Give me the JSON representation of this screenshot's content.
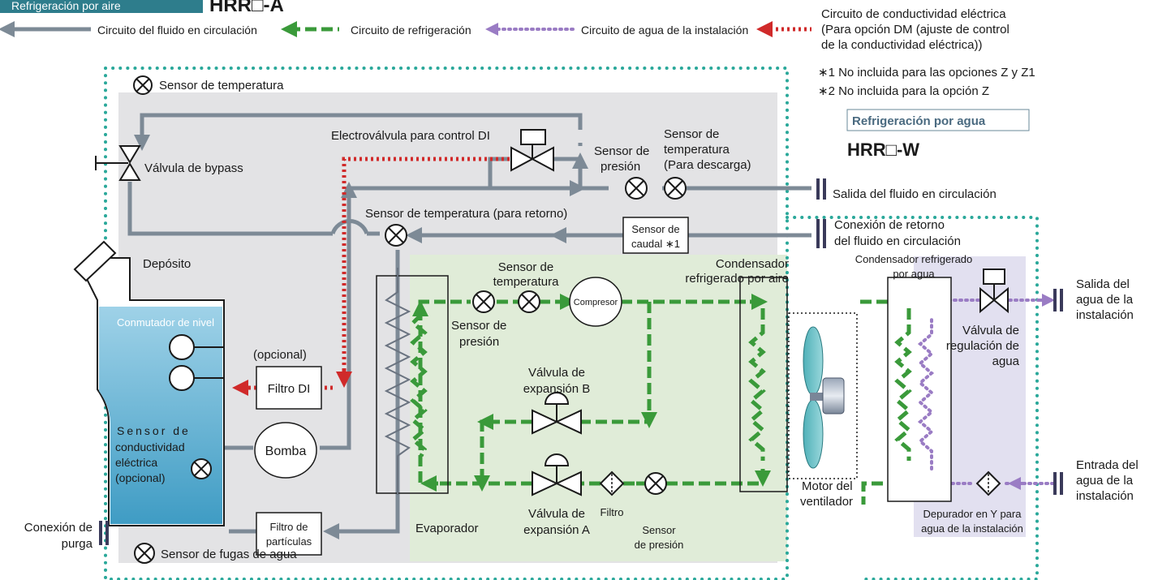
{
  "header": {
    "corner_label": "Refrigeración por aire",
    "model": "HRR□-A"
  },
  "legend": {
    "circulating": "Circuito del fluido en circulación",
    "refrigeration": "Circuito de refrigeración",
    "facility_water": "Circuito de agua de la instalación",
    "conductivity_1": "Circuito de conductividad eléctrica",
    "conductivity_2": "(Para opción DM (ajuste de control",
    "conductivity_3": "de la conductividad eléctrica))"
  },
  "notes": {
    "n1": "∗1  No incluida para las opciones Z y Z1",
    "n2": "∗2  No incluida para la opción Z"
  },
  "water_cooled": {
    "label": "Refrigeración por agua",
    "model": "HRR□-W"
  },
  "labels": {
    "temp_sensor_symbol": "Sensor de temperatura",
    "bypass_valve": "Válvula de bypass",
    "di_solenoid": "Electroválvula para control DI",
    "pressure_sensor_top_1": "Sensor de",
    "pressure_sensor_top_2": "presión",
    "discharge_temp_1": "Sensor de",
    "discharge_temp_2": "temperatura",
    "discharge_temp_3": "(Para descarga)",
    "fluid_outlet": "Salida del fluido en circulación",
    "return_conn_1": "Conexión de retorno",
    "return_conn_2": "del fluido en circulación",
    "return_temp": "Sensor de temperatura (para retorno)",
    "flow_sensor_1": "Sensor de",
    "flow_sensor_2": "caudal ∗1",
    "tank": "Depósito",
    "level_switch": "Conmutador de nivel",
    "optional": "(opcional)",
    "di_filter": "Filtro DI",
    "cond_1": "Sensor de",
    "cond_2": "conductividad",
    "cond_3": "eléctrica",
    "cond_4": "(opcional)",
    "pump": "Bomba",
    "particle_1": "Filtro de",
    "particle_2": "partículas",
    "drain_1": "Conexión de",
    "drain_2": "purga",
    "leak": "Sensor de fugas de agua",
    "evaporator": "Evaporador",
    "suction_temp_1": "Sensor de",
    "suction_temp_2": "temperatura",
    "compressor": "Compresor",
    "suction_press_1": "Sensor de",
    "suction_press_2": "presión",
    "exp_b_1": "Válvula de",
    "exp_b_2": "expansión B",
    "exp_a_1": "Válvula de",
    "exp_a_2": "expansión A",
    "filter": "Filtro",
    "liq_press_1": "Sensor",
    "liq_press_2": "de presión",
    "air_cond_1": "Condensador",
    "air_cond_2": "refrigerado por aire",
    "fan_1": "Motor del",
    "fan_2": "ventilador",
    "water_cond_1": "Condensador refrigerado",
    "water_cond_2": "por agua",
    "wr_valve_1": "Válvula de",
    "wr_valve_2": "regulación de",
    "wr_valve_3": "agua",
    "facility_out_1": "Salida del",
    "facility_out_2": "agua de la",
    "facility_out_3": "instalación",
    "facility_in_1": "Entrada del",
    "facility_in_2": "agua de la",
    "facility_in_3": "instalación",
    "strainer_1": "Depurador en Y para",
    "strainer_2": "agua de la instalación"
  },
  "colors": {
    "circulating": "#7d8a96",
    "refrigeration": "#3a9a3a",
    "facility_water": "#9a7cc4",
    "conductivity": "#d02a2a",
    "boundary": "#2aa89a",
    "grey_panel": "#e3e3e5",
    "green_panel": "#e0ecd8",
    "purple_panel": "#e2e0f0",
    "tank_water": "#5aaed0",
    "header_box": "#2e7d8c"
  }
}
